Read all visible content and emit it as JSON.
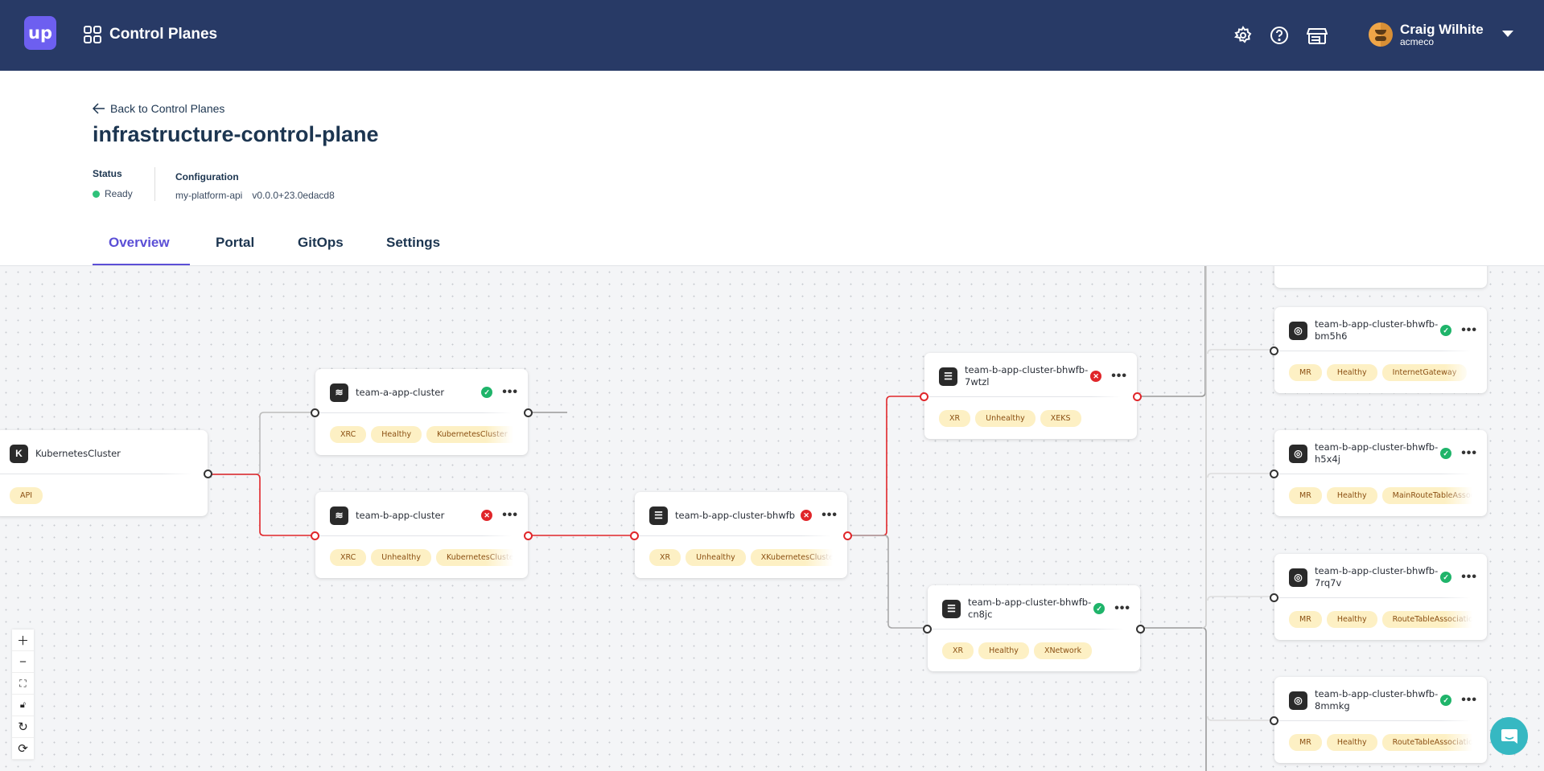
{
  "header": {
    "logo": "up",
    "app_title": "Control Planes",
    "icons": [
      "gear-icon",
      "help-icon",
      "marketplace-icon"
    ],
    "user": {
      "name": "Craig Wilhite",
      "org": "acmeco"
    }
  },
  "page": {
    "back_link": "Back to Control Planes",
    "title": "infrastructure-control-plane",
    "status_label": "Status",
    "status_value": "Ready",
    "status_color": "#2fc27a",
    "config_label": "Configuration",
    "config_name": "my-platform-api",
    "config_version": "v0.0.0+23.0edacd8"
  },
  "tabs": [
    {
      "label": "Overview",
      "active": true
    },
    {
      "label": "Portal"
    },
    {
      "label": "GitOps"
    },
    {
      "label": "Settings"
    }
  ],
  "colors": {
    "header": "#283a66",
    "accent": "#5b4fd6",
    "healthy": "#1fb46a",
    "unhealthy": "#e0262a",
    "chip": "#fdf0c4"
  },
  "nodes": [
    {
      "title": "KubernetesCluster",
      "icon": "kubernetes-icon",
      "status": null,
      "chips": [
        "API"
      ]
    },
    {
      "title": "team-a-app-cluster",
      "icon": "layers-icon",
      "status": "healthy",
      "chips": [
        "XRC",
        "Healthy",
        "KubernetesCluster"
      ]
    },
    {
      "title": "team-b-app-cluster",
      "icon": "layers-icon",
      "status": "unhealthy",
      "chips": [
        "XRC",
        "Unhealthy",
        "KubernetesCluster"
      ]
    },
    {
      "title": "team-b-app-cluster-bhwfb",
      "icon": "list-icon",
      "status": "unhealthy",
      "chips": [
        "XR",
        "Unhealthy",
        "XKubernetesCluster"
      ]
    },
    {
      "title": "team-b-app-cluster-bhwfb-7wtzl",
      "icon": "list-icon",
      "status": "unhealthy",
      "chips": [
        "XR",
        "Unhealthy",
        "XEKS"
      ]
    },
    {
      "title": "team-b-app-cluster-bhwfb-cn8jc",
      "icon": "list-icon",
      "status": "healthy",
      "chips": [
        "XR",
        "Healthy",
        "XNetwork"
      ]
    },
    {
      "title": "team-b-app-cluster-bhwfb-bm5h6",
      "icon": "resource-icon",
      "status": "healthy",
      "chips": [
        "MR",
        "Healthy",
        "InternetGateway"
      ]
    },
    {
      "title": "team-b-app-cluster-bhwfb-h5x4j",
      "icon": "resource-icon",
      "status": "healthy",
      "chips": [
        "MR",
        "Healthy",
        "MainRouteTableAssociation"
      ]
    },
    {
      "title": "team-b-app-cluster-bhwfb-7rq7v",
      "icon": "resource-icon",
      "status": "healthy",
      "chips": [
        "MR",
        "Healthy",
        "RouteTableAssociation"
      ]
    },
    {
      "title": "team-b-app-cluster-bhwfb-8mmkg",
      "icon": "resource-icon",
      "status": "healthy",
      "chips": [
        "MR",
        "Healthy",
        "RouteTableAssociation"
      ]
    }
  ],
  "zoom_controls": [
    "zoom-in",
    "zoom-out",
    "fit-view",
    "lock",
    "rotate",
    "refresh"
  ]
}
